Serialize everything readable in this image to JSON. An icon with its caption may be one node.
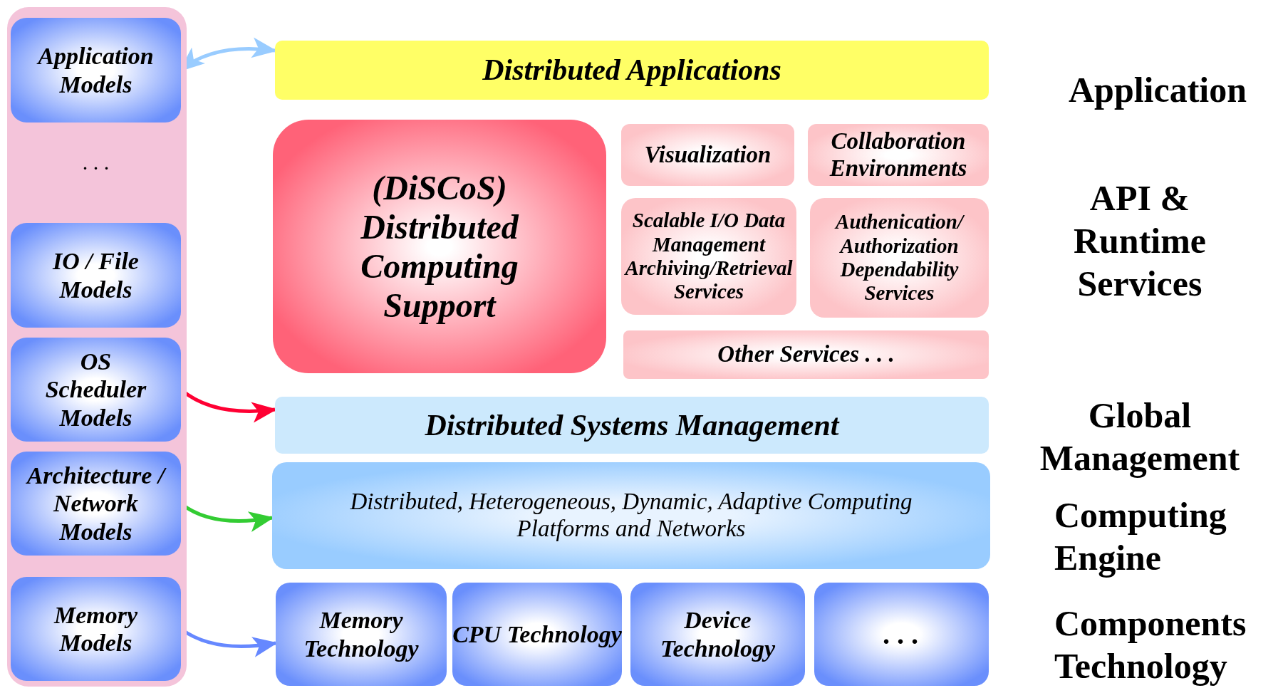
{
  "diagram": {
    "nodes": [
      {
        "text": [],
        "shape": "box"
      },
      {
        "text": [
          "Application Models"
        ],
        "in": 0
      },
      {
        "text": [
          "IO / File Models"
        ],
        "in": 0
      },
      {
        "text": [
          "OS Scheduler Models"
        ],
        "in": 0
      },
      {
        "text": [
          "Architecture / Network Models"
        ],
        "in": 0
      },
      {
        "text": [
          "Memory Models"
        ],
        "in": 0
      },
      {
        "text": [
          "Distributed Applications"
        ]
      },
      {
        "text": [
          "(DiSCoS) Distributed Computing Support"
        ]
      },
      {
        "text": [
          "Visualization"
        ]
      },
      {
        "text": [
          "Collaboration Environments"
        ]
      },
      {
        "text": [
          "Scalable I/O Data Management Archiving/Retrieval Services"
        ]
      },
      {
        "text": [
          "Authenication/ Authorization Dependability Services"
        ]
      },
      {
        "text": [
          "Other Services . . ."
        ]
      },
      {
        "text": [
          "Distributed Systems Management"
        ]
      },
      {
        "text": [
          "Distributed, Heterogeneous, Dynamic, Adaptive Computing Platforms and Networks"
        ]
      },
      {
        "text": [
          "Memory Technology"
        ]
      },
      {
        "text": [
          "CPU Technology"
        ]
      },
      {
        "text": [
          "Device Technology"
        ]
      },
      {
        "text": [
          ". . ."
        ]
      }
    ],
    "edges": [
      {
        "from": 1,
        "to": 6,
        "arrow": "both",
        "color": "#99ccff"
      },
      {
        "from": 3,
        "to": 13,
        "arrow": "to",
        "color": "#ff0033"
      },
      {
        "from": 4,
        "to": 14,
        "arrow": "to",
        "color": "#33cc33"
      },
      {
        "from": 5,
        "to": 15,
        "arrow": "to",
        "color": "#6688ff"
      }
    ],
    "labels": [
      ". . .",
      "Application",
      "API & Runtime Services",
      "Global Management",
      "Computing Engine",
      "Components Technology"
    ]
  }
}
